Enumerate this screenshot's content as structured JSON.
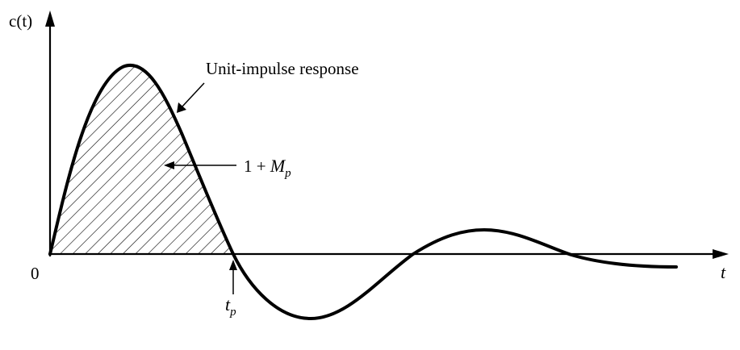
{
  "axes": {
    "y_label": "c(t)",
    "x_label": "t",
    "origin_label": "0"
  },
  "annotations": {
    "curve_label": "Unit-impulse response",
    "area_label_prefix": "1 + ",
    "area_label_var": "M",
    "area_label_sub": "p",
    "peak_time_var": "t",
    "peak_time_sub": "p"
  },
  "colors": {
    "ink": "#000000",
    "background": "#ffffff"
  }
}
